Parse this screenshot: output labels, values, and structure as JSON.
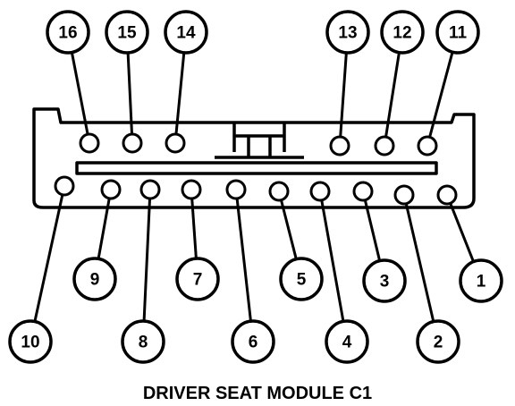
{
  "caption": "DRIVER SEAT MODULE C1",
  "upper_row_numbers": [
    "16",
    "15",
    "14",
    "13",
    "12",
    "11"
  ],
  "lower_row_numbers": [
    "10",
    "9",
    "8",
    "7",
    "6",
    "5",
    "4",
    "3",
    "2",
    "1"
  ]
}
